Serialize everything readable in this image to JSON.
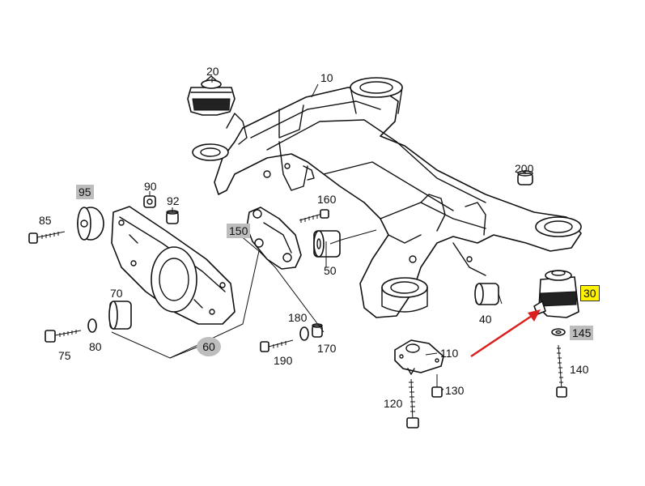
{
  "diagram": {
    "highlight_color": "#fff200",
    "tag_color": "#bdbdbd",
    "arrow_color": "#d9201e",
    "parts": {
      "p10": "10",
      "p20": "20",
      "p30": "30",
      "p40": "40",
      "p50": "50",
      "p60": "60",
      "p70": "70",
      "p75": "75",
      "p80": "80",
      "p85": "85",
      "p90": "90",
      "p92": "92",
      "p95": "95",
      "p110": "110",
      "p120": "120",
      "p130": "130",
      "p140": "140",
      "p145": "145",
      "p150": "150",
      "p160": "160",
      "p170": "170",
      "p180": "180",
      "p190": "190",
      "p200": "200"
    }
  }
}
